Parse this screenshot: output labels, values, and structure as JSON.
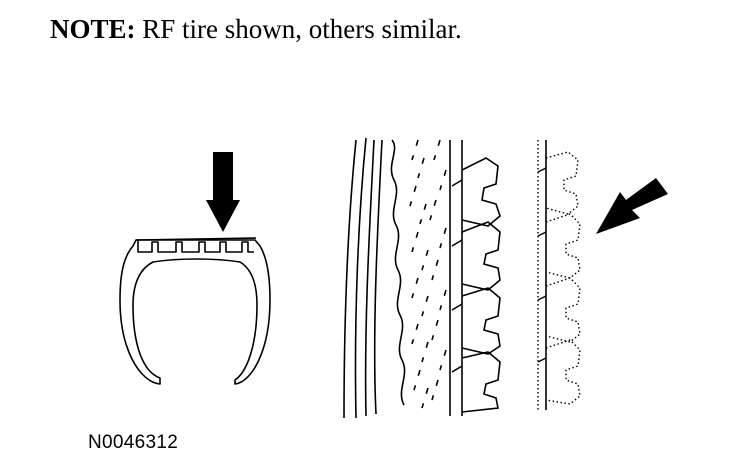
{
  "note": {
    "label": "NOTE:",
    "text": "RF tire shown, others similar."
  },
  "figure_id": "N0046312",
  "icons": [
    "down-arrow-icon",
    "diagonal-arrow-icon"
  ],
  "colors": {
    "ink": "#000000",
    "paper": "#ffffff"
  }
}
